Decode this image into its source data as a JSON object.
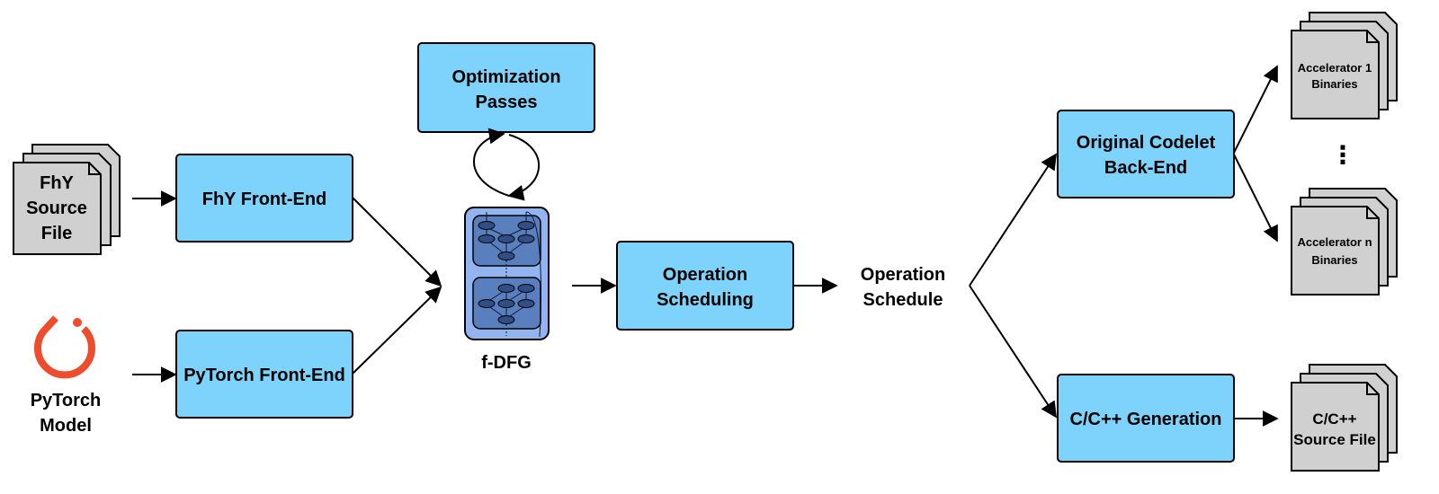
{
  "inputs": {
    "fhy_file_label": [
      "FhY",
      "Source",
      "File"
    ],
    "pytorch_model_label": [
      "PyTorch",
      "Model"
    ]
  },
  "front_ends": {
    "fhy": "FhY Front-End",
    "pytorch": "PyTorch Front-End"
  },
  "optimization": [
    "Optimization",
    "Passes"
  ],
  "ir_label": "f-DFG",
  "scheduling": [
    "Operation",
    "Scheduling"
  ],
  "schedule_label": [
    "Operation",
    "Schedule"
  ],
  "back_ends": {
    "codelet": [
      "Original Codelet",
      "Back-End"
    ],
    "c_gen": "C/C++ Generation"
  },
  "outputs": {
    "accel_1": [
      "Accelerator 1",
      "Binaries"
    ],
    "ellipsis": "⋮",
    "accel_n": [
      "Accelerator n",
      "Binaries"
    ],
    "c_source": [
      "C/C++",
      "Source File"
    ]
  },
  "colors": {
    "box_fill": "#7dd3fc",
    "doc_fill": "#d0d0d0",
    "dfg_outer": "#93b4ef",
    "dfg_inner": "#5a7fbf",
    "dfg_node": "#2f4f86",
    "pytorch_red": "#ee4c2c"
  }
}
